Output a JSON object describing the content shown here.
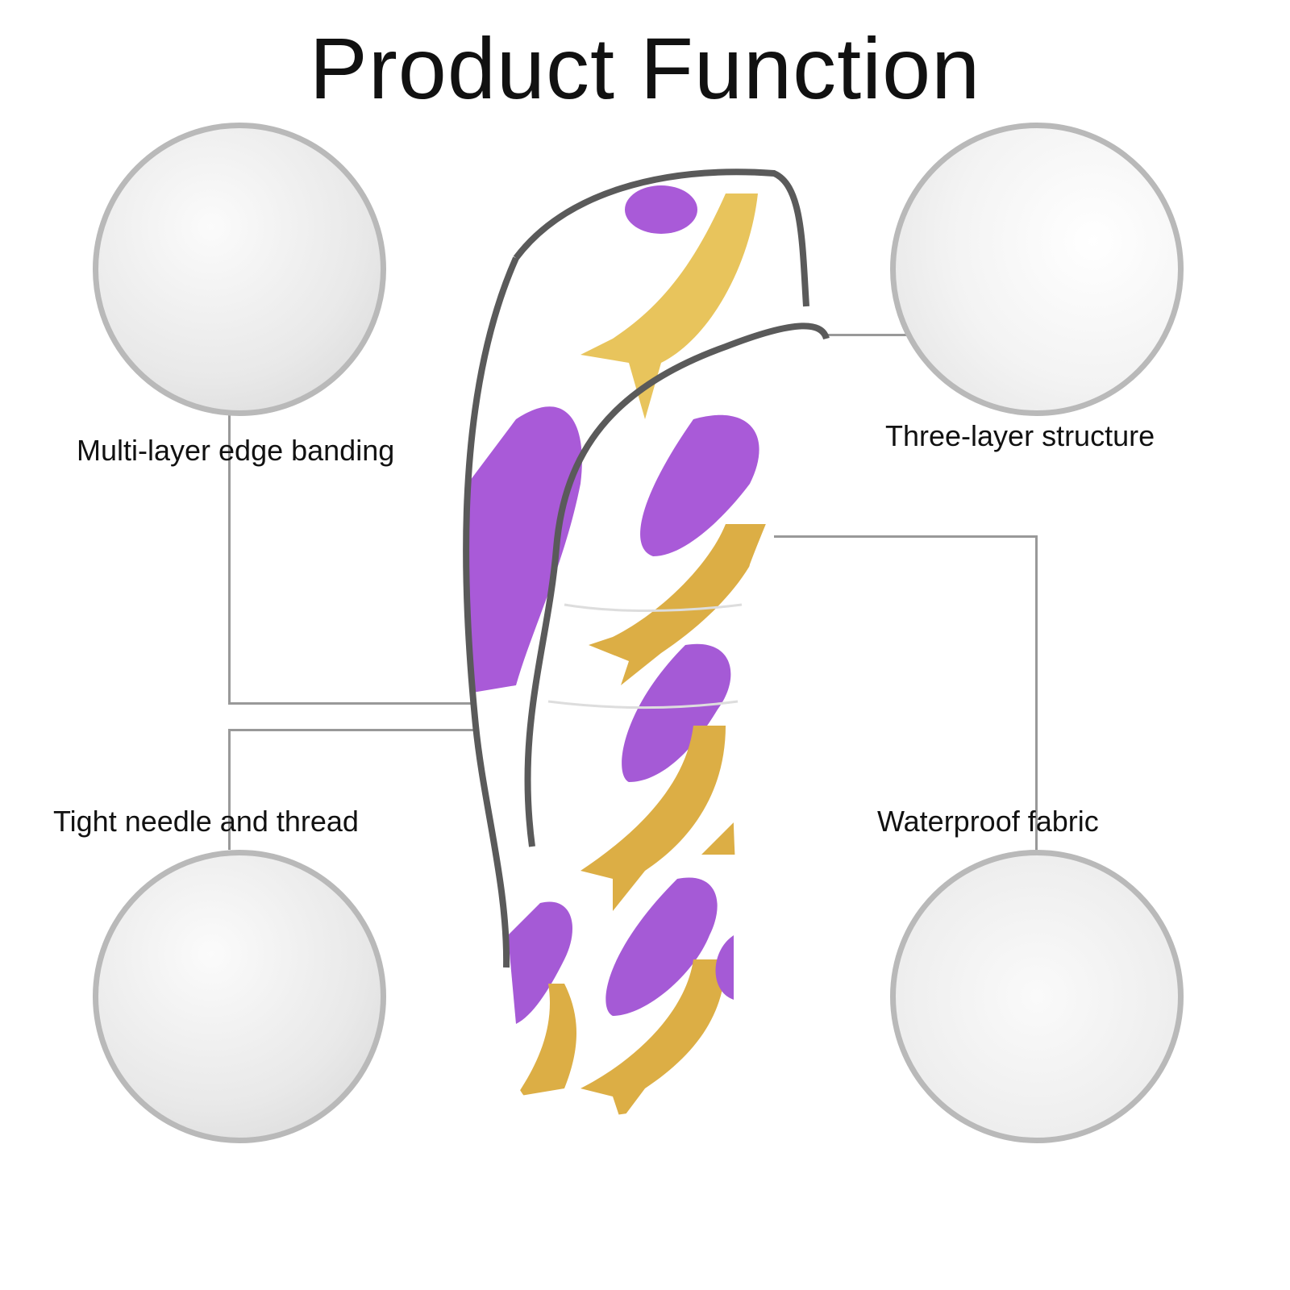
{
  "title": "Product Function",
  "features": [
    {
      "label": "Multi-layer edge banding"
    },
    {
      "label": "Three-layer structure"
    },
    {
      "label": "Tight needle and thread"
    },
    {
      "label": "Waterproof fabric"
    }
  ],
  "colors": {
    "outline": "#5a5a5a",
    "purple": "#a05ad6",
    "gold": "#e0b44a",
    "skin": "#f5c9c0",
    "circle_border": "#b9b9b9"
  }
}
